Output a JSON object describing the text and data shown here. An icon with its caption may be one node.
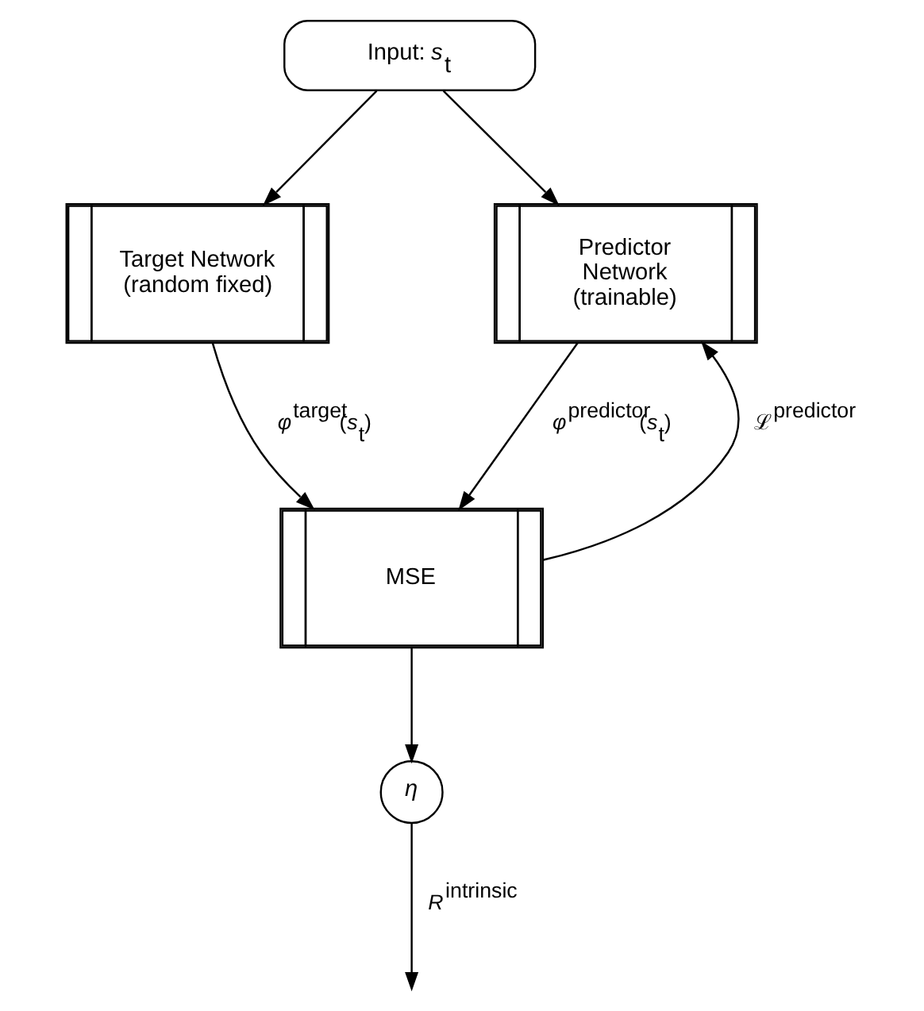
{
  "diagram": {
    "nodes": [
      {
        "text": [
          "Input: *s*$_{t}$"
        ]
      },
      {
        "text": [
          "Target Network (random fixed)"
        ]
      },
      {
        "text": [
          "Predictor Network (trainable)"
        ]
      },
      {
        "text": [
          "MSE"
        ]
      },
      {
        "text": [
          "*η*"
        ]
      }
    ],
    "edges": [
      {
        "from": 0,
        "to": 1,
        "arrow": "to"
      },
      {
        "from": 0,
        "to": 2,
        "arrow": "to"
      },
      {
        "from": 1,
        "to": 3,
        "arrow": "to",
        "label": "*φ*$^{target}$(*s*$_{t}$)"
      },
      {
        "from": 2,
        "to": 3,
        "arrow": "to",
        "label": "*φ*$^{predictor}$(*s*$_{t}$)"
      },
      {
        "from": 3,
        "to": 4,
        "arrow": "to"
      },
      {
        "from": 3,
        "to": 2,
        "arrow": "to",
        "label": "ℒ$^{predictor}$"
      },
      {
        "from": 4,
        "to": null,
        "arrow": "to",
        "label": "*R*$^{intrinsic}$"
      }
    ]
  }
}
